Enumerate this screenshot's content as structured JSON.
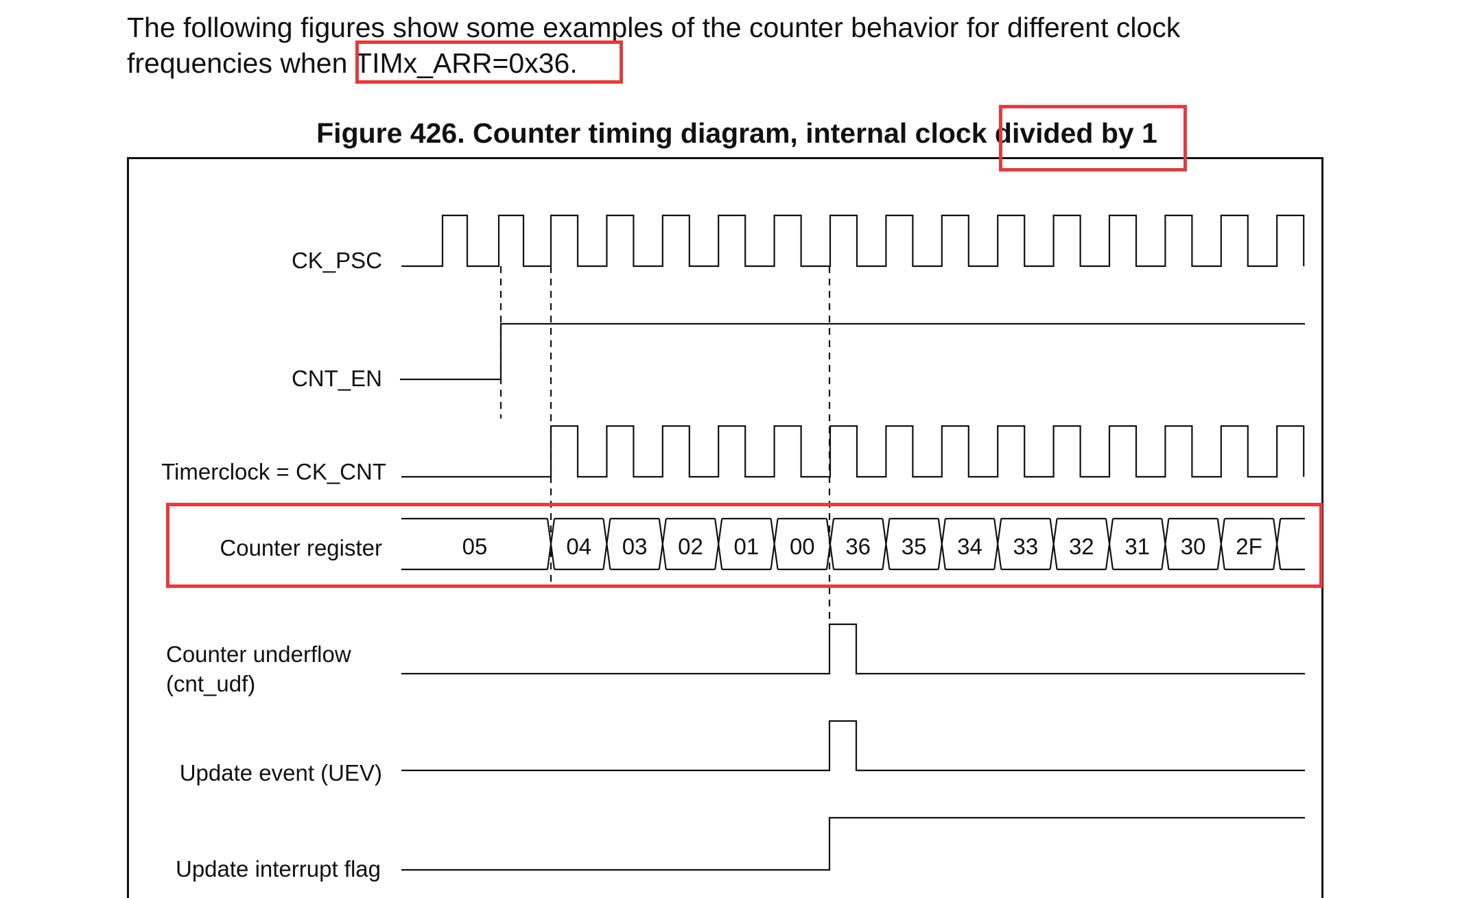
{
  "intro": {
    "line1": "The following figures show some examples of the counter behavior for different clock",
    "line2": "frequencies when TIMx_ARR=0x36."
  },
  "figure": {
    "title": "Figure 426. Counter timing diagram, internal clock divided by 1"
  },
  "signals": {
    "ck_psc": "CK_PSC",
    "cnt_en": "CNT_EN",
    "timerclock": "Timerclock = CK_CNT",
    "counter_register": "Counter register",
    "underflow_line1": "Counter underflow",
    "underflow_line2": "(cnt_udf)",
    "uev": "Update event (UEV)",
    "uif": "Update interrupt flag"
  },
  "counter_values": [
    "05",
    "04",
    "03",
    "02",
    "01",
    "00",
    "36",
    "35",
    "34",
    "33",
    "32",
    "31",
    "30",
    "2F"
  ],
  "colors": {
    "highlight": "#e8393d",
    "ink": "#111111"
  }
}
